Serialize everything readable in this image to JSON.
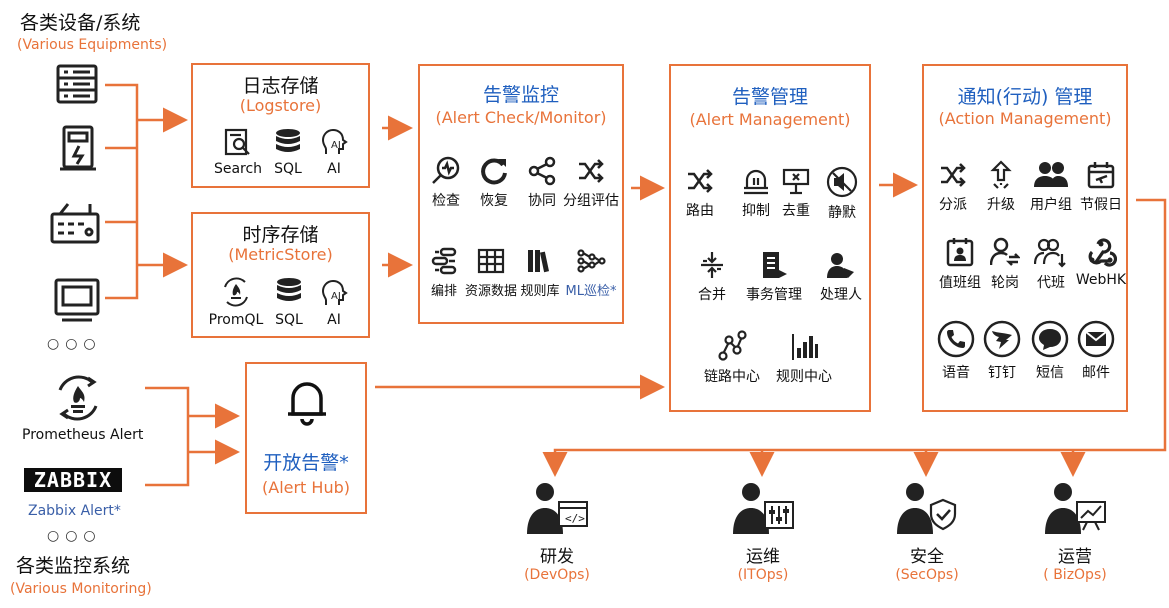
{
  "sources": {
    "devices_title": "各类设备/系统",
    "devices_sub": "(Various Equipments)",
    "prometheus_label": "Prometheus Alert",
    "zabbix_logo": "ZABBIX",
    "zabbix_label": "Zabbix Alert*",
    "monitoring_title": "各类监控系统",
    "monitoring_sub": "(Various Monitoring)",
    "dots": "○○○"
  },
  "logstore": {
    "title": "日志存储",
    "subtitle": "(Logstore)",
    "items": [
      {
        "icon": "search-doc-icon",
        "label": "Search"
      },
      {
        "icon": "database-icon",
        "label": "SQL"
      },
      {
        "icon": "ai-head-icon",
        "label": "AI"
      }
    ]
  },
  "metricstore": {
    "title": "时序存储",
    "subtitle": "(MetricStore)",
    "items": [
      {
        "icon": "prometheus-icon",
        "label": "PromQL"
      },
      {
        "icon": "database-icon",
        "label": "SQL"
      },
      {
        "icon": "ai-head-icon",
        "label": "AI"
      }
    ]
  },
  "alert_hub": {
    "title": "开放告警*",
    "subtitle": "(Alert Hub)"
  },
  "alert_monitor": {
    "title": "告警监控",
    "subtitle": "(Alert Check/Monitor)",
    "items": [
      {
        "icon": "check-icon",
        "label": "检查"
      },
      {
        "icon": "refresh-icon",
        "label": "恢复"
      },
      {
        "icon": "share-icon",
        "label": "协同"
      },
      {
        "icon": "shuffle-icon",
        "label": "分组评估"
      },
      {
        "icon": "orchestrate-icon",
        "label": "编排"
      },
      {
        "icon": "table-icon",
        "label": "资源数据"
      },
      {
        "icon": "library-icon",
        "label": "规则库"
      },
      {
        "icon": "ml-icon",
        "label": "ML巡检*"
      }
    ]
  },
  "alert_mgmt": {
    "title": "告警管理",
    "subtitle": "(Alert Management)",
    "items": [
      {
        "icon": "route-icon",
        "label": "路由"
      },
      {
        "icon": "suppress-icon",
        "label": "抑制"
      },
      {
        "icon": "dedup-icon",
        "label": "去重"
      },
      {
        "icon": "mute-icon",
        "label": "静默"
      },
      {
        "icon": "merge-icon",
        "label": "合并"
      },
      {
        "icon": "incident-icon",
        "label": "事务管理"
      },
      {
        "icon": "handler-icon",
        "label": "处理人"
      },
      {
        "icon": "trace-icon",
        "label": "链路中心"
      },
      {
        "icon": "rules-icon",
        "label": "规则中心"
      }
    ]
  },
  "action_mgmt": {
    "title": "通知(行动) 管理",
    "subtitle": "(Action Management)",
    "items": [
      {
        "icon": "dispatch-icon",
        "label": "分派"
      },
      {
        "icon": "escalate-icon",
        "label": "升级"
      },
      {
        "icon": "user-group-icon",
        "label": "用户组"
      },
      {
        "icon": "holiday-icon",
        "label": "节假日"
      },
      {
        "icon": "duty-icon",
        "label": "值班组"
      },
      {
        "icon": "rotate-icon",
        "label": "轮岗"
      },
      {
        "icon": "substitute-icon",
        "label": "代班"
      },
      {
        "icon": "webhook-icon",
        "label": "WebHK"
      },
      {
        "icon": "phone-icon",
        "label": "语音"
      },
      {
        "icon": "dingtalk-icon",
        "label": "钉钉"
      },
      {
        "icon": "sms-icon",
        "label": "短信"
      },
      {
        "icon": "mail-icon",
        "label": "邮件"
      }
    ]
  },
  "roles": [
    {
      "icon": "dev-person-icon",
      "cn": "研发",
      "en": "(DevOps)"
    },
    {
      "icon": "ops-person-icon",
      "cn": "运维",
      "en": "(ITOps)"
    },
    {
      "icon": "sec-person-icon",
      "cn": "安全",
      "en": "(SecOps)"
    },
    {
      "icon": "biz-person-icon",
      "cn": "运营",
      "en": "( BizOps)"
    }
  ],
  "colors": {
    "accent": "#e8733a",
    "blue_title": "#1f5fbf",
    "ink": "#1a1a1a"
  }
}
